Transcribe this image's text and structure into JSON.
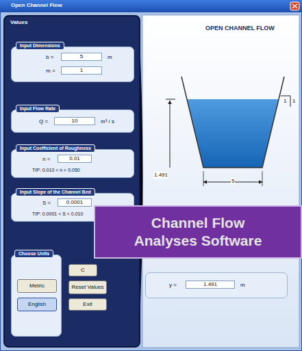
{
  "diagram": {
    "title": "OPEN CHANNEL FLOW",
    "nodes": [
      {
        "text": [
          "Values"
        ]
      },
      {
        "text": [
          "Input Dimensions",
          "b =",
          "5",
          "m",
          "m =",
          "1"
        ],
        "in": 0
      },
      {
        "text": [
          "Input Flow Rate",
          "Q =",
          "10",
          "m³ / s"
        ],
        "in": 0
      },
      {
        "text": [
          "Input Coefficient of Roughness",
          "n =",
          "0.01",
          "TIP: 0.010 < n < 0.050"
        ],
        "in": 0
      },
      {
        "text": [
          "Input Slope of the Channel Bed",
          "S =",
          "0.0001",
          "TIP: 0.0001 < S < 0.010"
        ],
        "in": 0
      },
      {
        "text": [
          "Choose Units"
        ],
        "in": 0
      },
      {
        "text": [
          "Metric"
        ],
        "in": 5
      },
      {
        "text": [
          "English"
        ],
        "in": 5
      },
      {
        "text": [
          "C"
        ],
        "in": 0
      },
      {
        "text": [
          "Reset Values"
        ],
        "in": 0
      },
      {
        "text": [
          "Exit"
        ],
        "in": 0
      },
      {
        "text": [
          "y =",
          "1.491",
          "m"
        ]
      },
      {
        "text": [
          "Channel Flow Analyses Software"
        ]
      }
    ],
    "labels": [
      "Open Channel Flow",
      "1.491",
      "5",
      "1",
      "1"
    ]
  }
}
